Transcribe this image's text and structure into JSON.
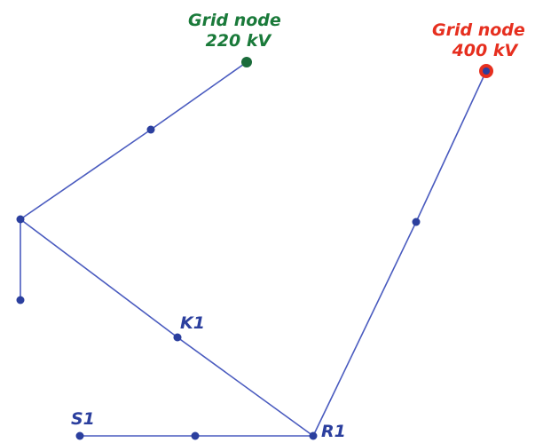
{
  "nodes": {
    "grid_220": {
      "name": "Grid node",
      "voltage": "220 kV",
      "color": "#1a7a3a"
    },
    "grid_400": {
      "name": "Grid node",
      "voltage": "400 kV",
      "color": "#e62f1f"
    },
    "k1": {
      "label": "K1"
    },
    "s1": {
      "label": "S1"
    },
    "r1": {
      "label": "R1"
    }
  },
  "colors": {
    "line": "#4a5bbf",
    "node": "#2b3f9e",
    "grid_220_text": "#1a7a3a",
    "grid_400_text": "#e62f1f"
  }
}
